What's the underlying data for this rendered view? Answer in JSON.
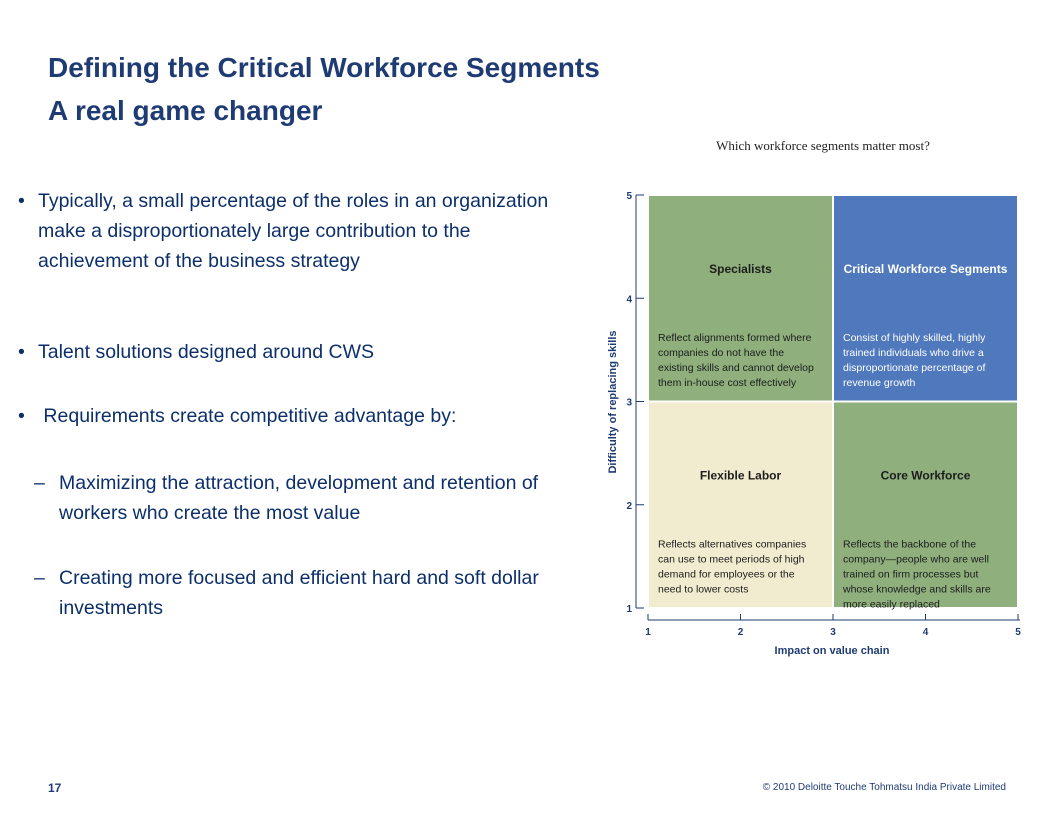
{
  "slide": {
    "title_line1": "Defining the Critical Workforce Segments",
    "title_line2": "A real game changer"
  },
  "bullets": [
    {
      "marker": "•",
      "text": "Typically, a small percentage of the roles in an organization make a disproportionately large contribution to the achievement of the business strategy"
    },
    {
      "marker": "•",
      "text": "Talent solutions designed around CWS"
    },
    {
      "marker": "•",
      "text": " Requirements create competitive advantage by:"
    }
  ],
  "sub_bullets": [
    {
      "marker": "–",
      "text": "Maximizing the attraction, development and retention of workers who create the most value"
    },
    {
      "marker": "–",
      "text": "Creating more focused and efficient hard and soft dollar investments"
    }
  ],
  "chart_data": {
    "type": "quadrant",
    "title": "Which workforce segments matter most?",
    "xlabel": "Impact on value chain",
    "ylabel": "Difficulty of replacing skills",
    "xlim": [
      1,
      5
    ],
    "ylim": [
      1,
      5
    ],
    "x_ticks": [
      "1",
      "2",
      "3",
      "4",
      "5"
    ],
    "y_ticks": [
      "1",
      "2",
      "3",
      "4",
      "5"
    ],
    "quadrants": [
      {
        "name": "Specialists",
        "x_range": [
          1,
          3
        ],
        "y_range": [
          3,
          5
        ],
        "color": "#8faf7c",
        "description_lines": [
          "Reflect alignments formed where",
          "companies do not have the",
          "existing skills and cannot develop",
          "them in-house cost effectively"
        ]
      },
      {
        "name": "Critical Workforce Segments",
        "x_range": [
          3,
          5
        ],
        "y_range": [
          3,
          5
        ],
        "color": "#4f78bd",
        "description_lines": [
          "Consist of highly skilled, highly",
          "trained individuals who drive a",
          "disproportionate percentage of",
          "revenue growth"
        ]
      },
      {
        "name": "Flexible Labor",
        "x_range": [
          1,
          3
        ],
        "y_range": [
          1,
          3
        ],
        "color": "#f1ebcf",
        "description_lines": [
          "Reflects alternatives companies",
          "can use to meet periods of high",
          "demand for employees or the",
          "need to lower costs"
        ]
      },
      {
        "name": "Core Workforce",
        "x_range": [
          3,
          5
        ],
        "y_range": [
          1,
          3
        ],
        "color": "#8faf7c",
        "description_lines": [
          "Reflects the backbone of the",
          "company—people who are well",
          "trained on firm processes but",
          "whose knowledge and skills are",
          "more easily replaced"
        ]
      }
    ]
  },
  "footer": {
    "page_number": "17",
    "copyright": "© 2010 Deloitte Touche Tohmatsu India Private Limited"
  }
}
